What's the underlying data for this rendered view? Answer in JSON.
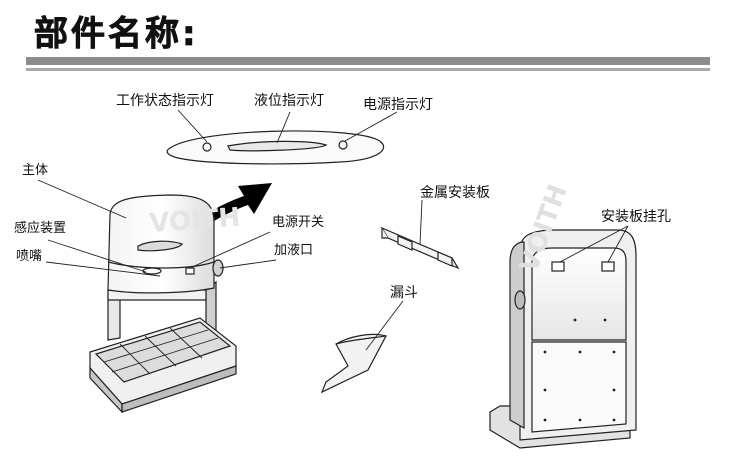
{
  "header": {
    "title": "部件名称:"
  },
  "watermark": "VOITH",
  "labels": {
    "status_light": "工作状态指示灯",
    "level_light": "液位指示灯",
    "power_light": "电源指示灯",
    "main_body": "主体",
    "sensor": "感应装置",
    "nozzle": "喷嘴",
    "power_switch": "电源开关",
    "fill_port": "加液口",
    "bracket": "金属安装板",
    "funnel": "漏斗",
    "mount_holes": "安装板挂孔"
  },
  "colors": {
    "bar": "#8c8c8c",
    "line": "#222222",
    "shade": "#d9d9d9",
    "arrow": "#000000"
  }
}
